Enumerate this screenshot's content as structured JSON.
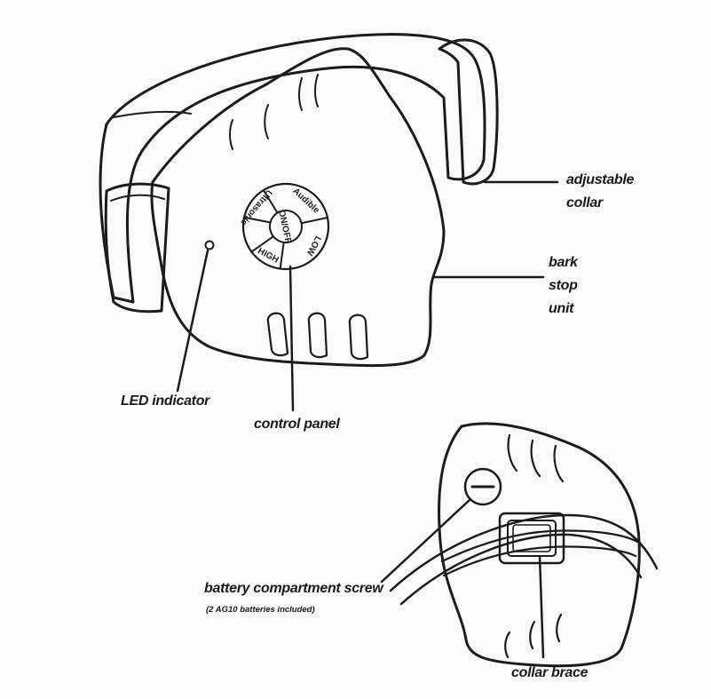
{
  "labels": {
    "adjustable_collar_line1": "adjustable",
    "adjustable_collar_line2": "collar",
    "bark_stop_unit_line1": "bark",
    "bark_stop_unit_line2": "stop",
    "bark_stop_unit_line3": "unit",
    "led_indicator": "LED indicator",
    "control_panel": "control panel",
    "battery_compartment_screw": "battery compartment screw",
    "batteries_note": "(2 AG10 batteries included)",
    "collar_brace": "collar brace"
  },
  "control_buttons": {
    "center": "ON/OFF",
    "top_left": "Audible",
    "top_right": "LOW",
    "bottom_right": "HIGH",
    "bottom_left": "Ultrasonic"
  },
  "colors": {
    "ink": "#1c1c1c",
    "collar_fill": "#d9d9d9",
    "unit_fill": "#ffffff"
  }
}
